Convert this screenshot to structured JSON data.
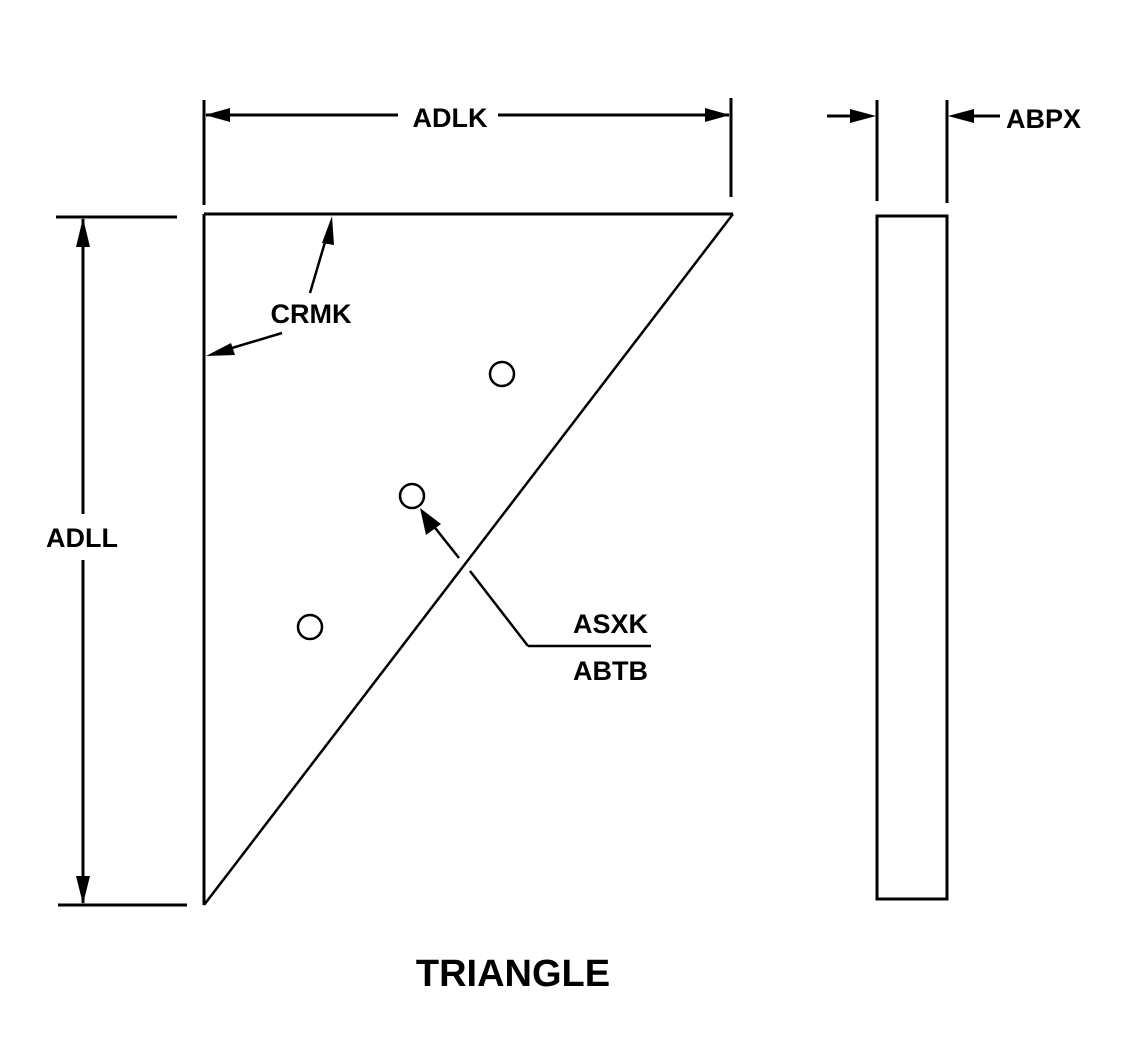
{
  "diagram": {
    "title": "TRIANGLE",
    "labels": {
      "width_dimension": "ADLK",
      "height_dimension": "ADLL",
      "thickness_dimension": "ABPX",
      "edge_callout": "CRMK",
      "hole_callout_top": "ASXK",
      "hole_callout_bottom": "ABTB"
    },
    "colors": {
      "line": "#000000",
      "background": "#ffffff"
    }
  }
}
